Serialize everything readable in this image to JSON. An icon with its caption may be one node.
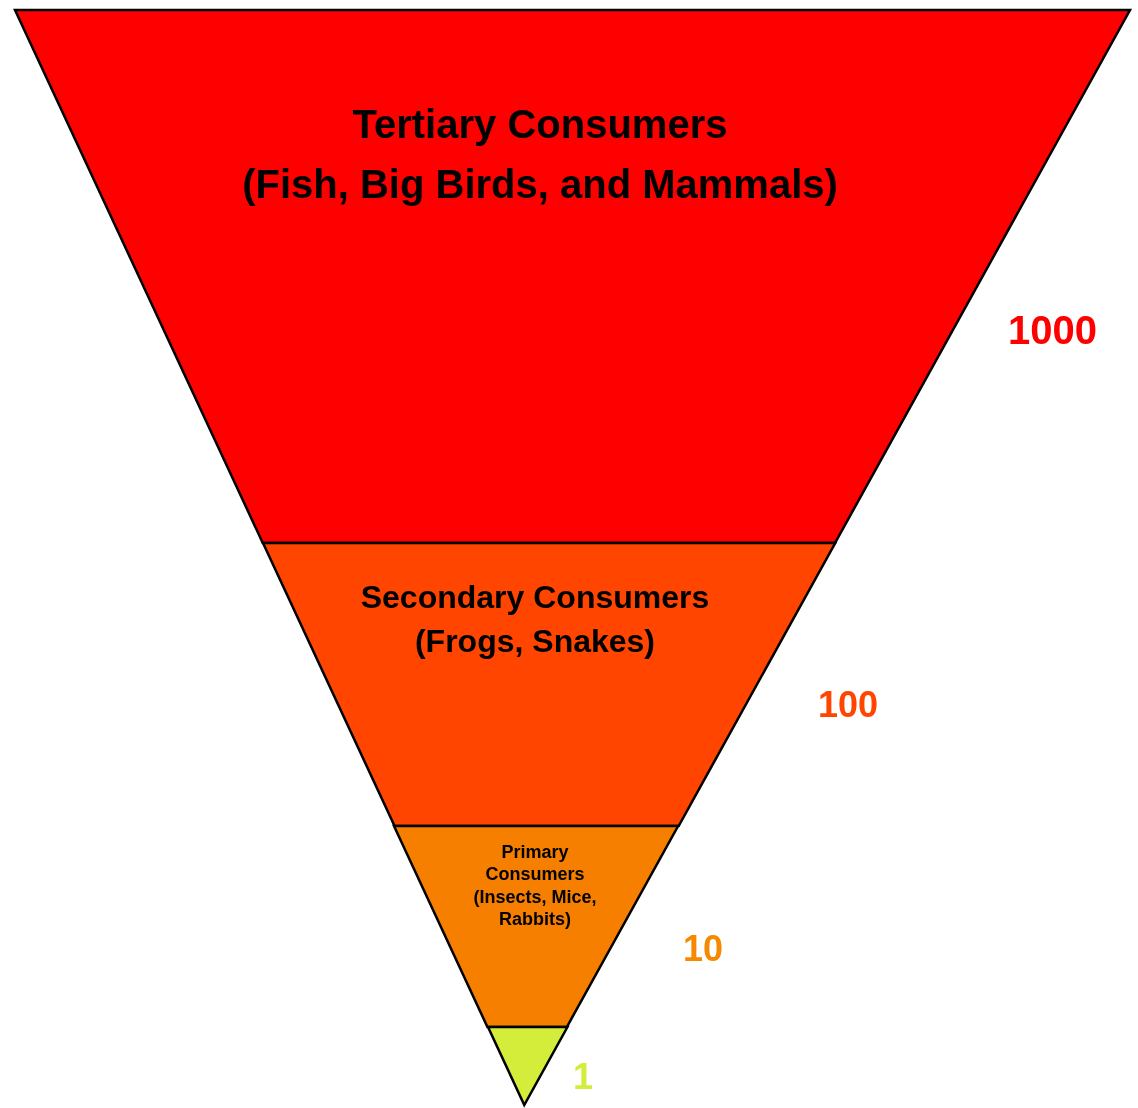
{
  "diagram": {
    "nodes": [
      {
        "text": [
          "Tertiary Consumers",
          "(Fish, Big Birds, and Mammals)"
        ],
        "beside": [
          "1000"
        ]
      },
      {
        "text": [
          "Secondary Consumers",
          "(Frogs, Snakes)"
        ],
        "beside": [
          "100"
        ]
      },
      {
        "text": [
          "Primary Consumers",
          "(Insects, Mice, Rabbits)"
        ],
        "beside": [
          "10"
        ]
      },
      {
        "text": [],
        "shape": "triangle",
        "beside": [
          "1"
        ]
      }
    ]
  }
}
